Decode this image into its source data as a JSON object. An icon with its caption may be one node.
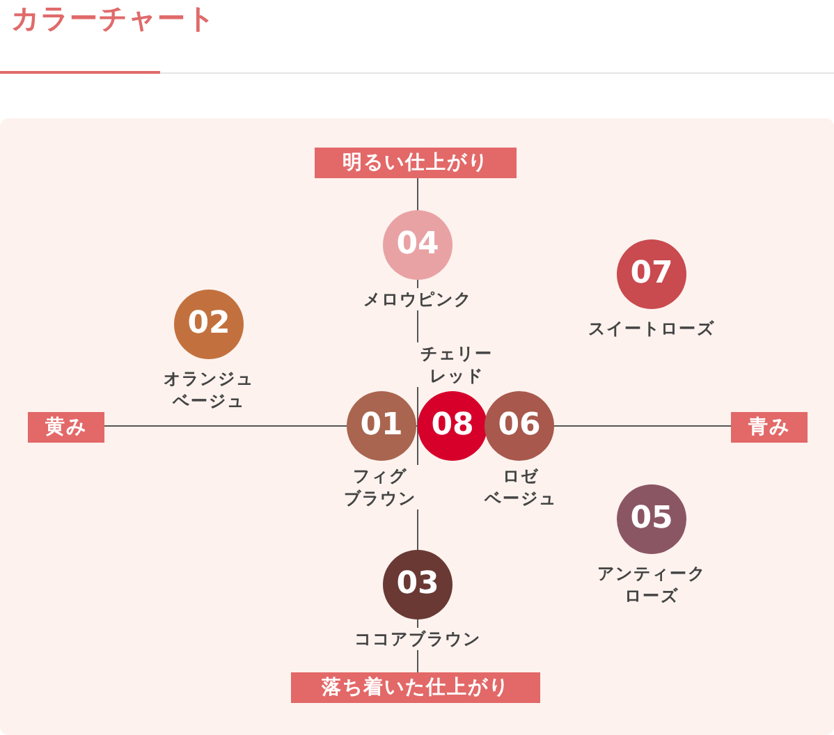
{
  "diagram": {
    "title": "カラーチャート",
    "nodes": [
      {
        "text": [
          "明るい仕上がり"
        ]
      },
      {
        "text": [
          "04"
        ],
        "beside": [
          "メロウピンク"
        ]
      },
      {
        "text": [
          "07"
        ],
        "beside": [
          "スイートローズ"
        ]
      },
      {
        "text": [
          "02"
        ],
        "beside": [
          "オランジュベージュ"
        ]
      },
      {
        "text": [
          "黄み"
        ]
      },
      {
        "text": [
          "01"
        ],
        "beside": [
          "フィグブラウン"
        ]
      },
      {
        "text": [
          "08"
        ],
        "beside": [
          "チェリーレッド"
        ]
      },
      {
        "text": [
          "06"
        ],
        "beside": [
          "ロゼベージュ"
        ]
      },
      {
        "text": [
          "青み"
        ]
      },
      {
        "text": [
          "05"
        ],
        "beside": [
          "アンティークローズ"
        ]
      },
      {
        "text": [
          "03"
        ],
        "beside": [
          "ココアブラウン"
        ]
      },
      {
        "text": [
          "落ち着いた仕上がり"
        ]
      }
    ],
    "edges": []
  }
}
